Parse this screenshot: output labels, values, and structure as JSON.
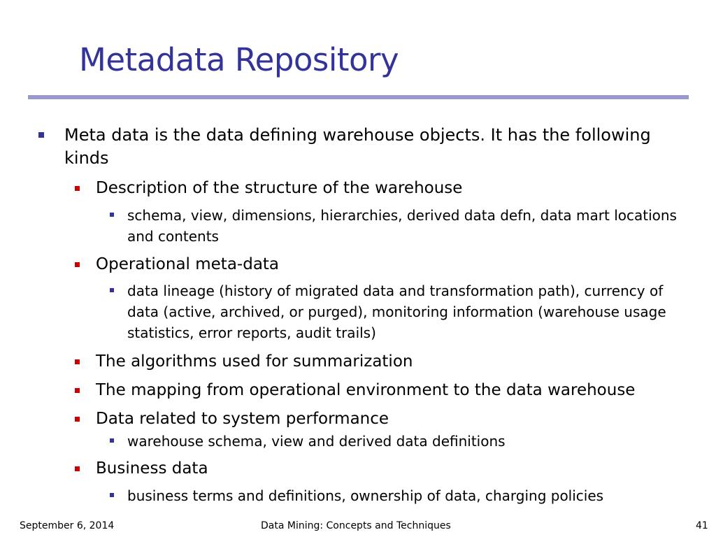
{
  "slide": {
    "title": "Metadata Repository"
  },
  "bullets": {
    "b1": "Meta data is the data defining warehouse objects.  It has the following kinds",
    "b1_1": "Description of the structure of the warehouse",
    "b1_1_1": "schema, view, dimensions, hierarchies, derived data defn, data mart locations and contents",
    "b1_2": "Operational meta-data",
    "b1_2_1": "data lineage (history of migrated data and transformation path), currency of data (active, archived, or purged), monitoring information (warehouse usage statistics, error reports, audit trails)",
    "b1_3": "The algorithms used for summarization",
    "b1_4": "The mapping from operational environment to the data warehouse",
    "b1_5": "Data related to system performance",
    "b1_5_1": "warehouse schema, view and derived data definitions",
    "b1_6": "Business data",
    "b1_6_1": "business terms and definitions, ownership of data, charging policies"
  },
  "footer": {
    "date": "September 6, 2014",
    "center": "Data Mining: Concepts and Techniques",
    "page": "41"
  },
  "colors": {
    "title": "#333399",
    "rule": "#9999cc",
    "bullet_level1": "#333399",
    "bullet_level2": "#cc0000",
    "bullet_level3": "#333399"
  }
}
